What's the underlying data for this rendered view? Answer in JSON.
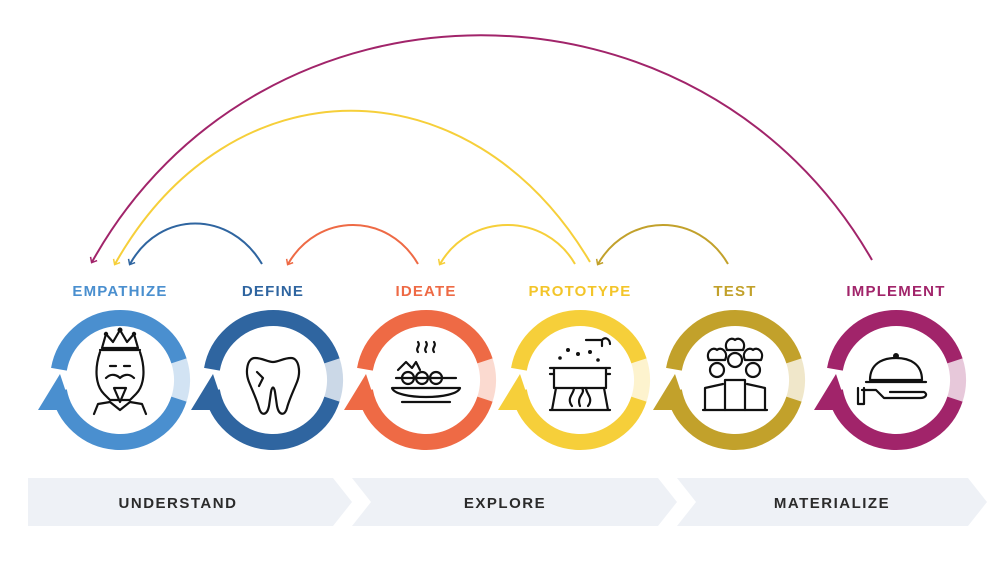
{
  "stages": [
    {
      "label": "EMPATHIZE",
      "color": "#4a8fcf",
      "icon": "king-icon"
    },
    {
      "label": "DEFINE",
      "color": "#2f65a0",
      "icon": "tooth-icon"
    },
    {
      "label": "IDEATE",
      "color": "#ee6a45",
      "icon": "dish-icon"
    },
    {
      "label": "PROTOTYPE",
      "color": "#f6cf3a",
      "icon": "cooking-pot-icon"
    },
    {
      "label": "TEST",
      "color": "#c2a12b",
      "icon": "chefs-icon"
    },
    {
      "label": "IMPLEMENT",
      "color": "#a1246a",
      "icon": "serving-cloche-icon"
    }
  ],
  "phases": [
    {
      "label": "UNDERSTAND"
    },
    {
      "label": "EXPLORE"
    },
    {
      "label": "MATERIALIZE"
    }
  ],
  "feedback_arrows": [
    {
      "from": "DEFINE",
      "to": "EMPATHIZE",
      "color": "#2f65a0"
    },
    {
      "from": "IDEATE",
      "to": "DEFINE",
      "color": "#ee6a45"
    },
    {
      "from": "PROTOTYPE",
      "to": "IDEATE",
      "color": "#f6cf3a"
    },
    {
      "from": "TEST",
      "to": "PROTOTYPE",
      "color": "#c2a12b"
    },
    {
      "from": "PROTOTYPE",
      "to": "EMPATHIZE",
      "color": "#f6cf3a"
    },
    {
      "from": "IMPLEMENT",
      "to": "EMPATHIZE",
      "color": "#a1246a"
    }
  ],
  "phase_band_color": "#eef1f6"
}
